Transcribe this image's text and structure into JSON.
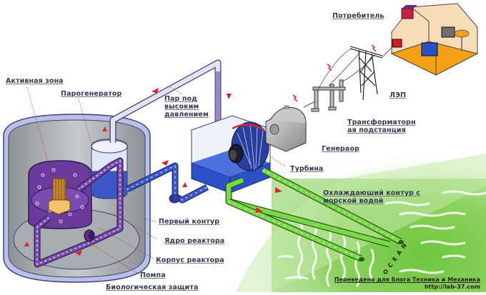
{
  "diagram": {
    "title": "Nuclear power plant scheme (PWR)",
    "labels": {
      "active_zone": "Активная зона",
      "steam_generator": "Парогенератор",
      "high_pressure_steam": "Пар под\nвысоким\nдавлением",
      "consumer": "Потребитель",
      "power_line": "ЛЭП",
      "transformer_substation": "Трансформаторн\nая подстанция",
      "generator": "Генераор",
      "turbine": "Турбина",
      "cooling_circuit": "Охлаждаюший контур с\nморской водой",
      "primary_circuit": "Первый контур",
      "reactor_core": "Ядро реактора",
      "reactor_vessel": "Корпус реактора",
      "pump": "Помпа",
      "biological_shield": "Биологическая защита",
      "ocean": "OCEAN"
    },
    "credit": {
      "line1": "Переведено для блога Техника и Механика",
      "line2": "http://lab-37.com"
    },
    "colors": {
      "primary_loop": "#6a3b9c",
      "secondary_loop": "#2b4fc7",
      "cooling_loop": "#6ccb3a",
      "steam_pipe": "#c9c2e0",
      "containment": "#9aa0a6",
      "flow_arrow": "#e0202a",
      "house_floor": "#f5a016",
      "sea": "#8bd05c"
    }
  }
}
